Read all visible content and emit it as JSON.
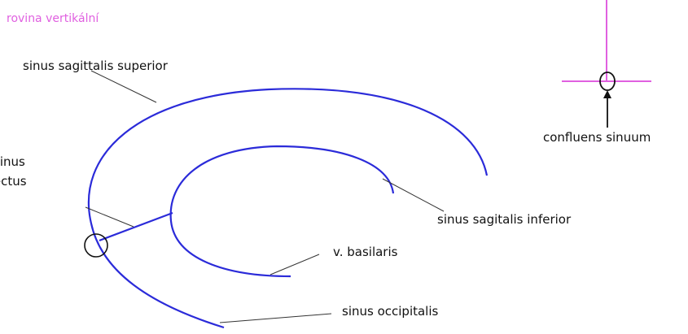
{
  "plane_title": "rovina vertikální",
  "labels": {
    "sinus_sagittalis_superior": "sinus sagittalis superior",
    "sinus_rectus_line1": "sinus",
    "sinus_rectus_line2": "rectus",
    "sinus_sagitalis_inferior": "sinus sagitalis inferior",
    "v_basilaris": "v. basilaris",
    "sinus_occipitalis": "sinus occipitalis",
    "confluens_sinuum": "confluens sinuum"
  },
  "colors": {
    "sinus_stroke": "#2b2bd9",
    "plane_color": "#e060e0",
    "leader_line": "#333333",
    "text": "#111111"
  }
}
